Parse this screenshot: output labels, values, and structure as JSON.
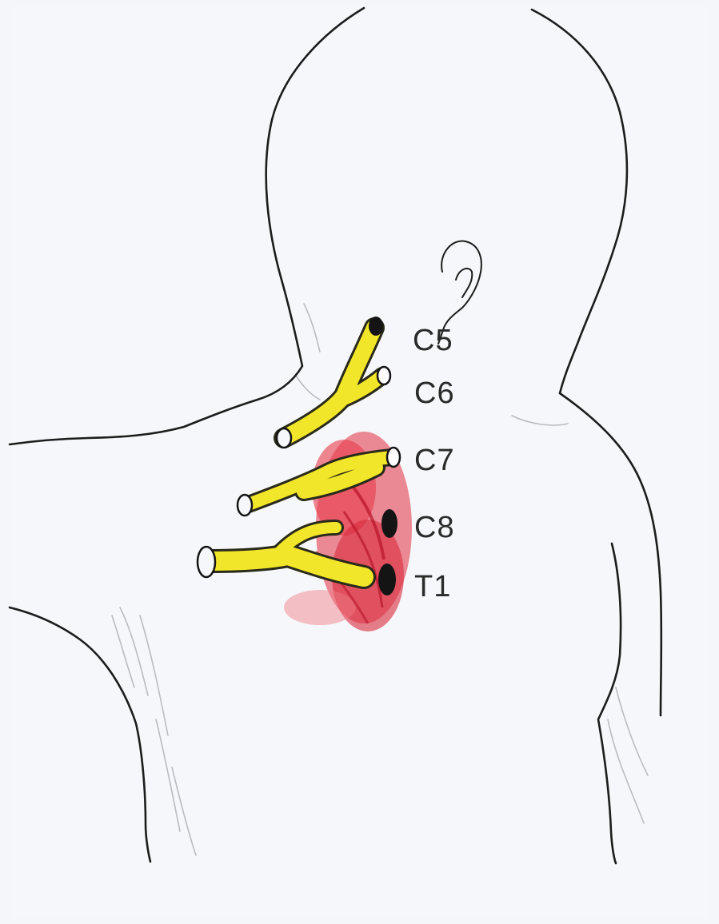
{
  "diagram": {
    "labels": [
      {
        "key": "c5",
        "text": "C5"
      },
      {
        "key": "c6",
        "text": "C6"
      },
      {
        "key": "c7",
        "text": "C7"
      },
      {
        "key": "c8",
        "text": "C8"
      },
      {
        "key": "t1",
        "text": "T1"
      }
    ],
    "colors": {
      "background": "#f4f6f9",
      "outline": "#1c1c1c",
      "nerve_fill": "#f2e62a",
      "nerve_edge": "#2a2a1a",
      "plexus_red": "#e03040",
      "root_dark": "#141414"
    }
  }
}
